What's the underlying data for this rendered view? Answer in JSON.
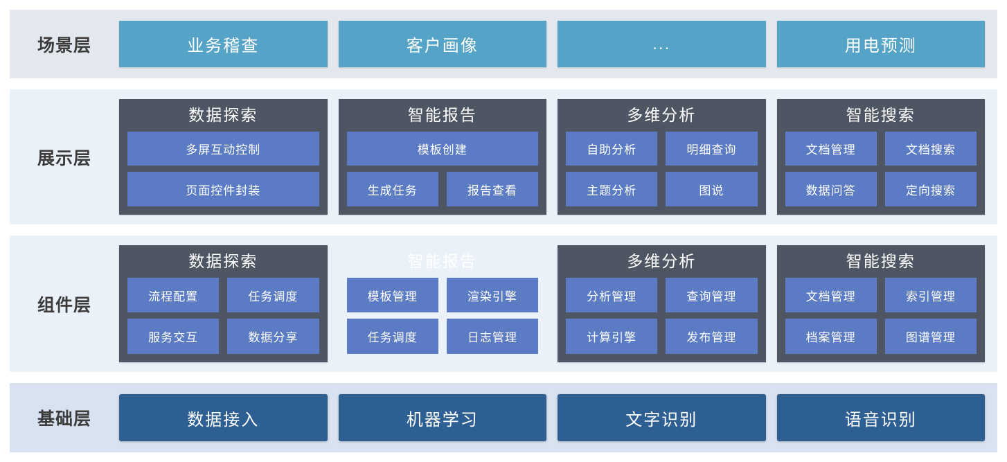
{
  "layers": [
    {
      "id": "scene",
      "label": "场景层",
      "kind": "tiles",
      "tile_color": "#55a3c6",
      "tiles": [
        {
          "label": "业务稽查"
        },
        {
          "label": "客户画像"
        },
        {
          "label": "..."
        },
        {
          "label": "用电预测"
        }
      ]
    },
    {
      "id": "presentation",
      "label": "展示层",
      "kind": "cards",
      "card_color": "#4e5663",
      "chip_color": "#5b7bc4",
      "cards": [
        {
          "title": "数据探索",
          "ghost": false,
          "rows": [
            [
              {
                "label": "多屏互动控制"
              }
            ],
            [
              {
                "label": "页面控件封装"
              }
            ]
          ]
        },
        {
          "title": "智能报告",
          "ghost": false,
          "rows": [
            [
              {
                "label": "模板创建"
              }
            ],
            [
              {
                "label": "生成任务"
              },
              {
                "label": "报告查看"
              }
            ]
          ]
        },
        {
          "title": "多维分析",
          "ghost": false,
          "rows": [
            [
              {
                "label": "自助分析"
              },
              {
                "label": "明细查询"
              }
            ],
            [
              {
                "label": "主题分析"
              },
              {
                "label": "图说"
              }
            ]
          ]
        },
        {
          "title": "智能搜索",
          "ghost": false,
          "rows": [
            [
              {
                "label": "文档管理"
              },
              {
                "label": "文档搜索"
              }
            ],
            [
              {
                "label": "数据问答"
              },
              {
                "label": "定向搜索"
              }
            ]
          ]
        }
      ]
    },
    {
      "id": "component",
      "label": "组件层",
      "kind": "cards",
      "card_color": "#4e5663",
      "chip_color": "#5b7bc4",
      "cards": [
        {
          "title": "数据探索",
          "ghost": false,
          "rows": [
            [
              {
                "label": "流程配置"
              },
              {
                "label": "任务调度"
              }
            ],
            [
              {
                "label": "服务交互"
              },
              {
                "label": "数据分享"
              }
            ]
          ]
        },
        {
          "title": "智能报告",
          "ghost": true,
          "rows": [
            [
              {
                "label": "模板管理"
              },
              {
                "label": "渲染引擎"
              }
            ],
            [
              {
                "label": "任务调度"
              },
              {
                "label": "日志管理"
              }
            ]
          ]
        },
        {
          "title": "多维分析",
          "ghost": false,
          "rows": [
            [
              {
                "label": "分析管理"
              },
              {
                "label": "查询管理"
              }
            ],
            [
              {
                "label": "计算引擎"
              },
              {
                "label": "发布管理"
              }
            ]
          ]
        },
        {
          "title": "智能搜索",
          "ghost": false,
          "rows": [
            [
              {
                "label": "文档管理"
              },
              {
                "label": "索引管理"
              }
            ],
            [
              {
                "label": "档案管理"
              },
              {
                "label": "图谱管理"
              }
            ]
          ]
        }
      ]
    },
    {
      "id": "base",
      "label": "基础层",
      "kind": "tiles",
      "tile_color": "#2e5f93",
      "tiles": [
        {
          "label": "数据接入"
        },
        {
          "label": "机器学习"
        },
        {
          "label": "文字识别"
        },
        {
          "label": "语音识别"
        }
      ]
    }
  ]
}
